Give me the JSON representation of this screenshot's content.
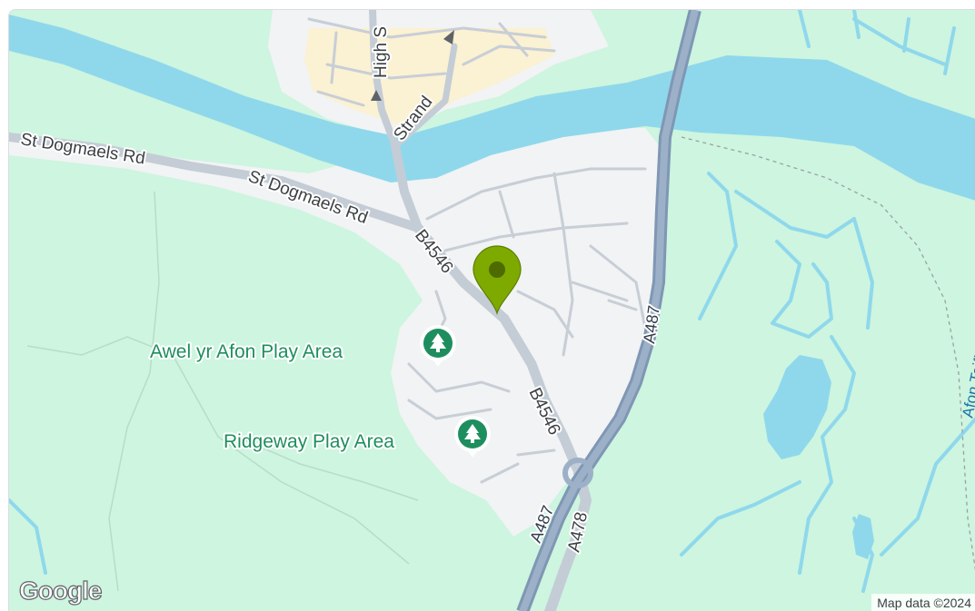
{
  "colors": {
    "land": "#cdf5df",
    "urban": "#f1f3f4",
    "town_center": "#fbf1d3",
    "water": "#8fd8ec",
    "highway": "#8fa4be",
    "road": "#c4ccd6",
    "poi": "#1e8e5e",
    "pin": "#7eaa00"
  },
  "roads": {
    "st_dogmaels_rd_1": "St Dogmaels Rd",
    "st_dogmaels_rd_2": "St Dogmaels Rd",
    "strand": "Strand",
    "high_st": "High S",
    "b4546_upper": "B4546",
    "b4546_lower": "B4546",
    "a487_upper": "A487",
    "a487_lower": "A487",
    "a478": "A478"
  },
  "water": {
    "river_label": "Afon Teifi"
  },
  "pois": [
    {
      "name": "Awel yr Afon Play Area",
      "icon": "tree-icon"
    },
    {
      "name": "Ridgeway Play Area",
      "icon": "tree-icon"
    }
  ],
  "marker": {
    "icon": "map-pin-icon"
  },
  "attribution": "Map data ©2024",
  "logo": "Google"
}
